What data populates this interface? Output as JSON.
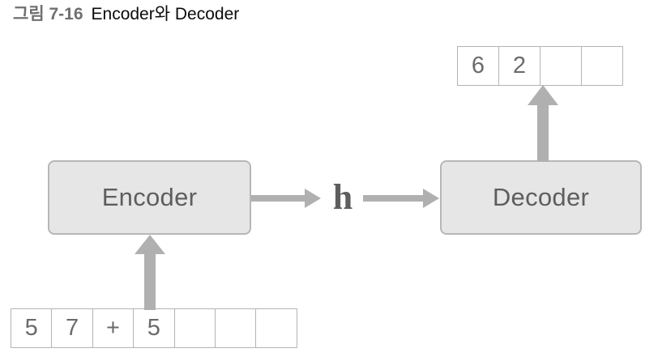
{
  "figure": {
    "number_label": "그림 7-16",
    "caption": "Encoder와 Decoder",
    "colors": {
      "box_fill": "#e6e6e6",
      "box_border": "#b7b7b7",
      "arrow": "#b0b0b0",
      "cell_border": "#b4b4b4",
      "text_gray": "#6b6b6b",
      "title_gray": "#6f6f6f",
      "title_black": "#0b0b0b"
    }
  },
  "output_sequence": {
    "name": "decoder-output-cells",
    "cells": [
      "6",
      "2",
      "",
      ""
    ]
  },
  "input_sequence": {
    "name": "encoder-input-cells",
    "cells": [
      "5",
      "7",
      "+",
      "5",
      "",
      "",
      ""
    ]
  },
  "modules": {
    "encoder_label": "Encoder",
    "decoder_label": "Decoder"
  },
  "hidden_state": {
    "label": "h"
  },
  "arrows": [
    {
      "name": "arrow-input-to-encoder",
      "direction": "up",
      "from": "input-cells",
      "to": "encoder"
    },
    {
      "name": "arrow-encoder-to-h",
      "direction": "right",
      "from": "encoder",
      "to": "hidden-state"
    },
    {
      "name": "arrow-h-to-decoder",
      "direction": "right",
      "from": "hidden-state",
      "to": "decoder"
    },
    {
      "name": "arrow-decoder-to-output",
      "direction": "up",
      "from": "decoder",
      "to": "output-cells"
    }
  ]
}
